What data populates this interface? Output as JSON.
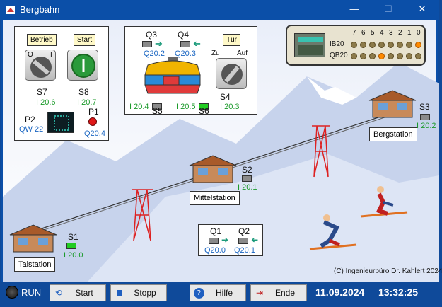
{
  "window": {
    "title": "Bergbahn",
    "minimize": "—",
    "maximize": "☐",
    "close": "✕"
  },
  "control_panel": {
    "betrieb_label": "Betrieb",
    "start_label": "Start",
    "s7": "S7",
    "s7_addr": "I 20.6",
    "s8": "S8",
    "s8_addr": "I 20.7",
    "p1": "P1",
    "p1_addr": "Q20.4",
    "p2": "P2",
    "p2_addr": "QW 22",
    "switch_left": "O",
    "switch_right": "I"
  },
  "gondola_panel": {
    "q3": "Q3",
    "q3_addr": "Q20.2",
    "q4": "Q4",
    "q4_addr": "Q20.3",
    "tuer_label": "Tür",
    "zu": "Zu",
    "auf": "Auf",
    "s4": "S4",
    "s4_addr": "I 20.3",
    "s5": "S5",
    "s5_addr": "I 20.4",
    "s6": "S6",
    "s6_addr": "I 20.5"
  },
  "io_display": {
    "bits": [
      "7",
      "6",
      "5",
      "4",
      "3",
      "2",
      "1",
      "0"
    ],
    "ib_label": "IB20",
    "qb_label": "QB20",
    "ib_on": [
      false,
      false,
      false,
      false,
      false,
      false,
      false,
      true
    ],
    "qb_on": [
      false,
      false,
      false,
      true,
      false,
      false,
      false,
      false
    ]
  },
  "stations": {
    "berg": {
      "name": "Bergstation",
      "sensor": "S3",
      "addr": "I 20.2"
    },
    "mittel": {
      "name": "Mittelstation",
      "sensor": "S2",
      "addr": "I 20.1"
    },
    "tal": {
      "name": "Talstation",
      "sensor": "S1",
      "addr": "I 20.0"
    }
  },
  "motor_panel": {
    "q1": "Q1",
    "q1_addr": "Q20.0",
    "q2": "Q2",
    "q2_addr": "Q20.1"
  },
  "copyright": "(C) Ingenieurbüro Dr. Kahlert 2024",
  "statusbar": {
    "run_label": "RUN",
    "start_btn": "Start",
    "stopp_btn": "Stopp",
    "hilfe_btn": "Hilfe",
    "ende_btn": "Ende",
    "date": "11.09.2024",
    "time": "13:32:25"
  }
}
